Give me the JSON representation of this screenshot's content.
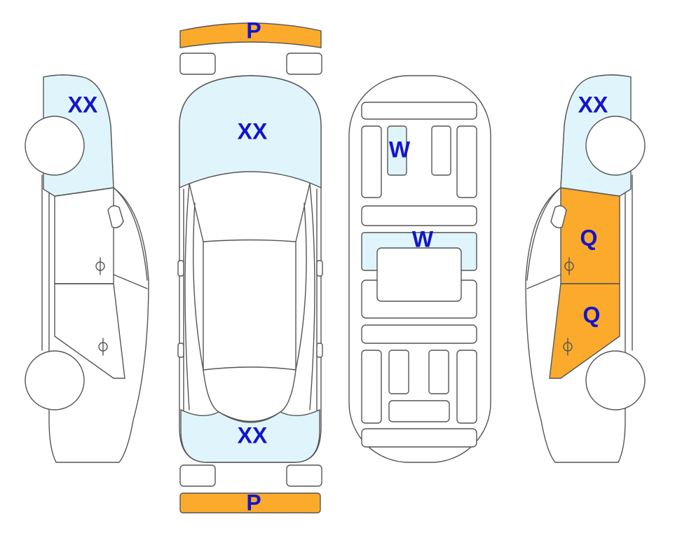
{
  "colors": {
    "outline": "#555555",
    "light_zone": "#dff5fb",
    "orange_zone": "#fcaa2c",
    "label": "#1414cc",
    "background": "#ffffff"
  },
  "labels": {
    "left_front": "XX",
    "front_bumper": "P",
    "hood": "XX",
    "trunk": "XX",
    "rear_bumper": "P",
    "roof_dash": "W",
    "roof_mid": "W",
    "right_front": "XX",
    "right_front_door": "Q",
    "right_rear_door": "Q"
  }
}
